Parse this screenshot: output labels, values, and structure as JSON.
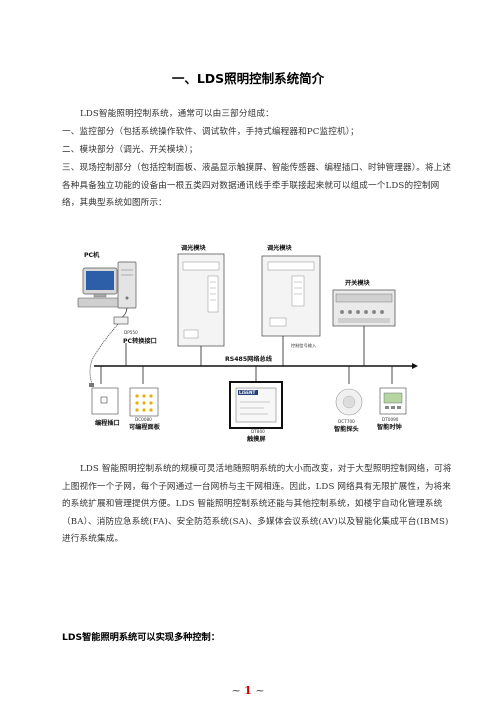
{
  "title": "一、LDS照明控制系统简介",
  "intro": {
    "line1": "LDS智能照明控制系统，通常可以由三部分组成：",
    "line2": "一、监控部分（包括系统操作软件、调试软件，手持式编程器和PC监控机）；",
    "line3": "二、模块部分（调光、开关模块）；",
    "line4": "三、现场控制部分（包括控制面板、液晶显示触摸屏、智能传感器、编程插口、时钟管理器）。将上述各种具备独立功能的设备由一根五类四对数据通讯线手牵手联接起来就可以组成一个LDS的控制网络，其典型系统如图所示："
  },
  "diagram": {
    "pc_label": "PC机",
    "pc_interface_code": "DP550",
    "pc_interface_label": "PC转换接口",
    "dimmer_label": "调光模块",
    "dimmer2_label": "调光模块",
    "switch_label": "开关模块",
    "bus_label": "RS485网络总线",
    "signal_label": "控制信号输入",
    "devices": [
      {
        "code": "",
        "label": "编程插口"
      },
      {
        "code": "DC0080",
        "label": "可编程面板"
      },
      {
        "code": "DT800",
        "label": "触摸屏"
      },
      {
        "code": "DC7700",
        "label": "智能探头"
      },
      {
        "code": "DT0090",
        "label": "智能时钟"
      }
    ],
    "touch_brand": "LiSENT"
  },
  "para2": "LDS 智能照明控制系统的规模可灵活地随照明系统的大小而改变，对于大型照明控制网络，可将上图视作一个子网，每个子网通过一台网桥与主干网相连。因此，LDS 网络具有无限扩展性，为将来的系统扩展和管理提供方便。LDS 智能照明控制系统还能与其他控制系统，如楼宇自动化管理系统（BA）、消防应急系统(FA)、安全防范系统(SA)、多媒体会议系统(AV)以及智能化集成平台(IBMS)进行系统集成。",
  "heading2": "LDS智能照明系统可以实现多种控制：",
  "page": {
    "prefix": "~ ",
    "number": "1",
    "suffix": " ~"
  }
}
